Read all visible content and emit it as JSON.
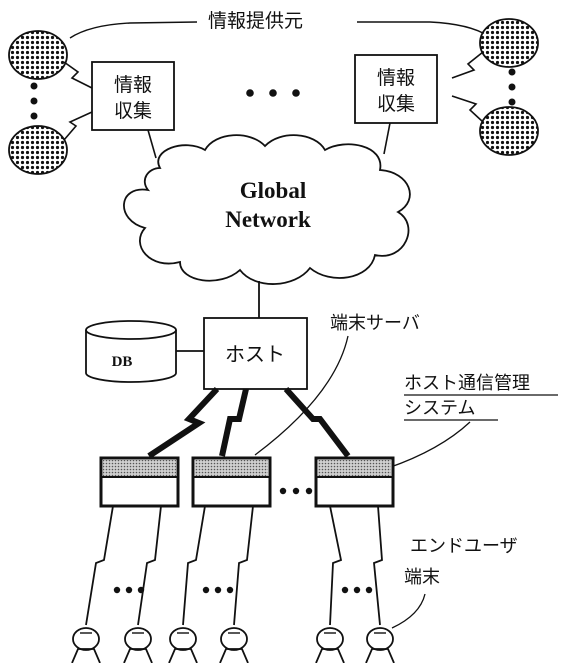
{
  "labels": {
    "info_sources": "情報提供元",
    "info_collect_left_line1": "情報",
    "info_collect_left_line2": "収集",
    "info_collect_right_line1": "情報",
    "info_collect_right_line2": "収集",
    "global_network_line1": "Global",
    "global_network_line2": "Network",
    "db": "DB",
    "host": "ホスト",
    "terminal_server": "端末サーバ",
    "host_comm_mgmt_line1": "ホスト通信管理",
    "host_comm_mgmt_line2": "システム",
    "end_user_terminal_line1": "エンドユーザ",
    "end_user_terminal_line2": "端末"
  },
  "colors": {
    "ink": "#111111",
    "server_band": "#bdbdbd",
    "background": "#ffffff"
  }
}
